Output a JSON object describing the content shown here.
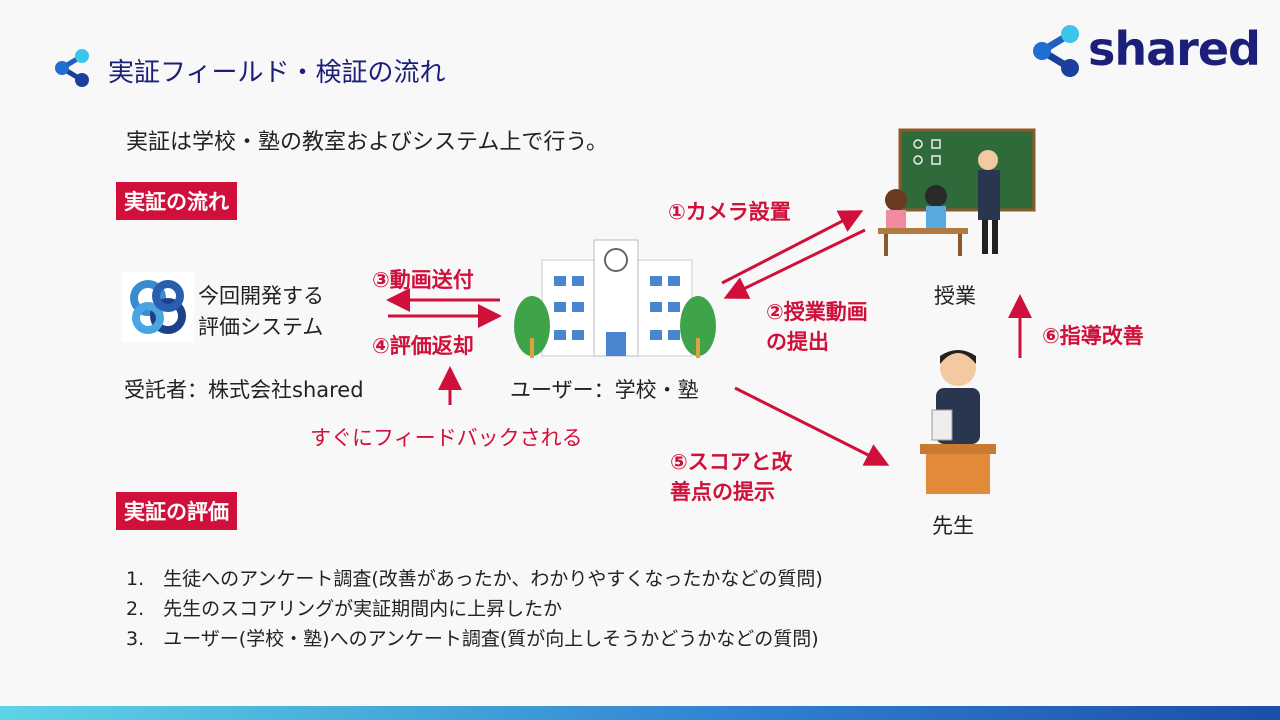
{
  "header": {
    "title": "実証フィールド・検証の流れ",
    "logo": "shared",
    "icon": "share-icon"
  },
  "intro": "実証は学校・塾の教室およびシステム上で行う。",
  "flow": {
    "section_label": "実証の流れ",
    "system_label_1": "今回開発する",
    "system_label_2": "評価システム",
    "contractor": "受託者：株式会社shared",
    "user": "ユーザー：学校・塾",
    "step1": "①カメラ設置",
    "step2_1": "②授業動画",
    "step2_2": "の提出",
    "step3": "③動画送付",
    "step4": "④評価返却",
    "step5_1": "⑤スコアと改",
    "step5_2": "善点の提示",
    "step6": "⑥指導改善",
    "feedback": "すぐにフィードバックされる",
    "class_label": "授業",
    "teacher_label": "先生"
  },
  "evaluation": {
    "section_label": "実証の評価",
    "items": [
      "1.　生徒へのアンケート調査(改善があったか、わかりやすくなったかなどの質問)",
      "2.　先生のスコアリングが実証期間内に上昇したか",
      "3.　ユーザー(学校・塾)へのアンケート調査(質が向上しそうかどうかなどの質問)"
    ]
  },
  "colors": {
    "accent": "#d0103a",
    "title": "#1b1f7a"
  }
}
